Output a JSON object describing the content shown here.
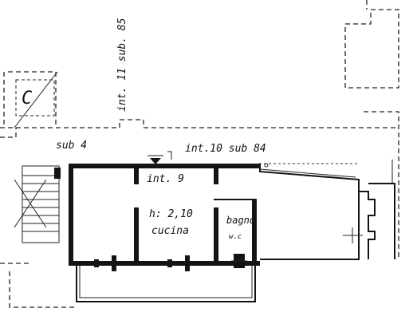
{
  "labels": {
    "vertical_ref": "int. 11 sub. 85",
    "block_letter": "C",
    "sub_left": "sub 4",
    "unit_ref": "int.10 sub 84",
    "unit_number": "int. 9",
    "ceiling_height": "h: 2,10",
    "kitchen": "cucina",
    "bathroom": "bagno",
    "bathroom_sub": "w.c"
  }
}
